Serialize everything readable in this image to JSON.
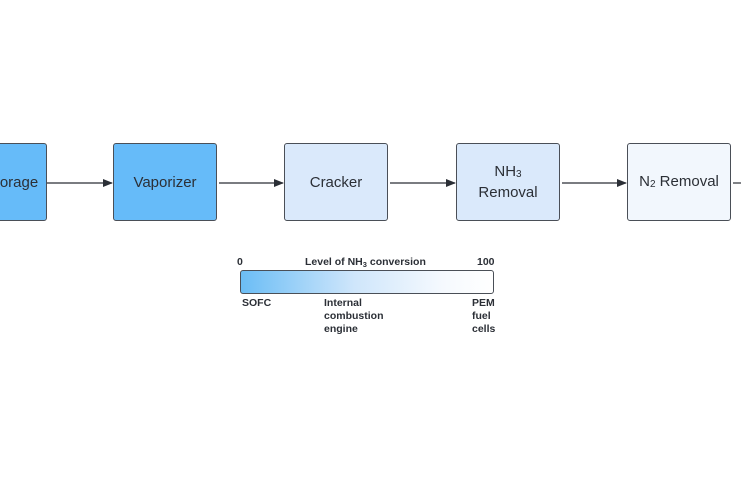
{
  "nodes": [
    {
      "id": "storage",
      "label": "orage",
      "fill": "#66bbf9"
    },
    {
      "id": "vaporizer",
      "label": "Vaporizer",
      "fill": "#66bbf9"
    },
    {
      "id": "cracker",
      "label": "Cracker",
      "fill": "#dae9fb"
    },
    {
      "id": "nh3-removal",
      "label_main": "NH",
      "label_sub": "3",
      "label_line2": "Removal",
      "fill": "#dae9fb"
    },
    {
      "id": "n2-removal",
      "label_main": "N",
      "label_sub": "2",
      "label_rest": " Removal",
      "fill": "#f2f7fd"
    }
  ],
  "legend": {
    "min_label": "0",
    "max_label": "100",
    "title_prefix": "Level of NH",
    "title_sub": "3",
    "title_suffix": " conversion",
    "left_label": "SOFC",
    "middle_label_lines": [
      "Internal",
      "combustion",
      "engine"
    ],
    "right_label_lines": [
      "PEM",
      "fuel",
      "cells"
    ],
    "gradient_start": "#6bbdf5",
    "gradient_end": "#ffffff"
  },
  "colors": {
    "stroke": "#4a4f57",
    "text": "#2b2f36"
  }
}
